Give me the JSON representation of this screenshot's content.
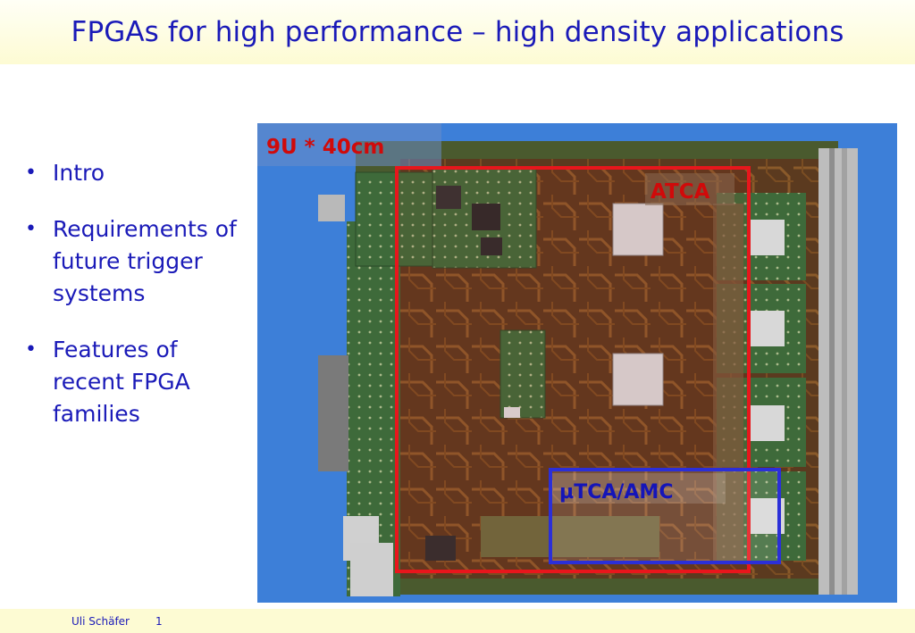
{
  "slide": {
    "title": "FPGAs for high performance – high density applications"
  },
  "bullets": [
    {
      "text": "Intro"
    },
    {
      "text": "Requirements of future trigger systems"
    },
    {
      "text": "Features of recent FPGA families"
    }
  ],
  "photo": {
    "labels": {
      "board_size": "9U * 40cm",
      "atca": "ATCA",
      "utca": "µTCA/AMC"
    },
    "colors": {
      "background": "#3d7fd8",
      "atca_outline": "#e8161c",
      "utca_outline": "#2b2fd8",
      "label_text": "#d00a0a",
      "utca_text": "#1515b8"
    }
  },
  "footer": {
    "author": "Uli Schäfer",
    "page": "1"
  }
}
